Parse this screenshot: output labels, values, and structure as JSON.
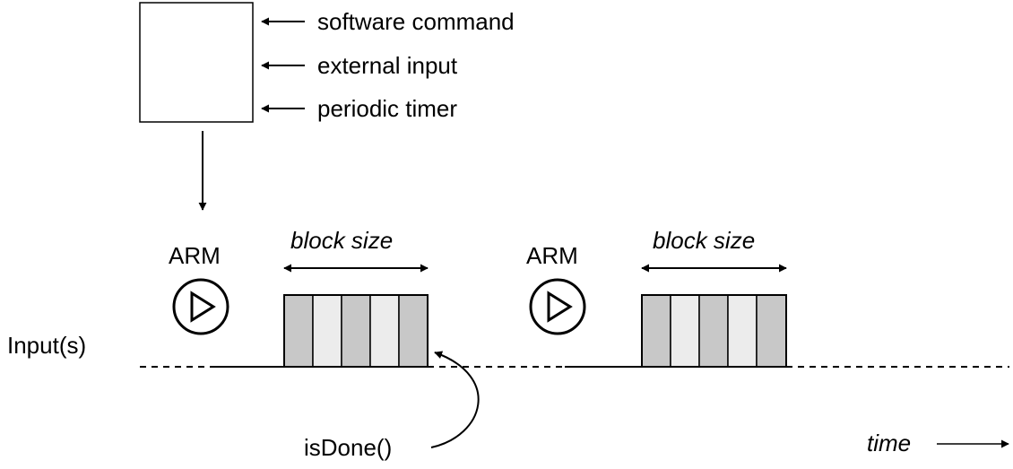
{
  "trigger_sources": [
    "software command",
    "external input",
    "periodic timer"
  ],
  "arm_label": "ARM",
  "block_size_label": "block size",
  "inputs_label": "Input(s)",
  "is_done_label": "isDone()",
  "time_label": "time",
  "colors": {
    "line": "#000000",
    "cell_dark": "#c8c8c8",
    "cell_light": "#ececec",
    "background": "#ffffff"
  }
}
